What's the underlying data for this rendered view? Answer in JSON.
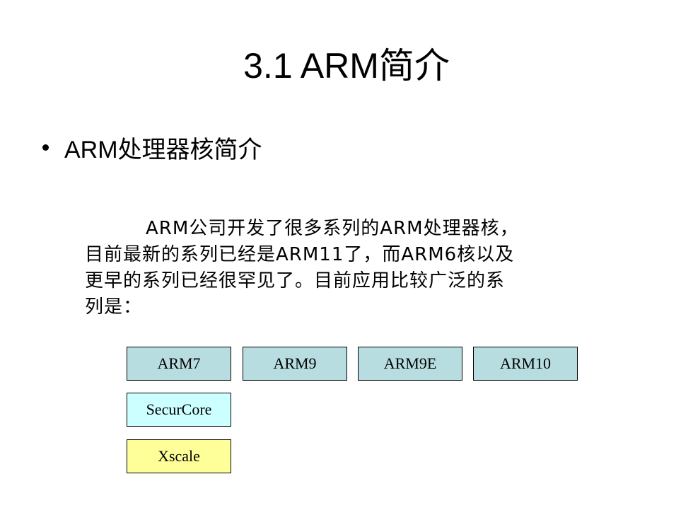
{
  "slide": {
    "title": "3.1  ARM简介",
    "bullet": "ARM处理器核简介",
    "paragraph_lines": [
      "ARM公司开发了很多系列的ARM处理器核，",
      "目前最新的系列已经是ARM11了，而ARM6核以及",
      "更早的系列已经很罕见了。目前应用比较广泛的系",
      "列是："
    ]
  },
  "cores": [
    {
      "label": "ARM7",
      "color": "#b7dde0"
    },
    {
      "label": "ARM9",
      "color": "#b7dde0"
    },
    {
      "label": "ARM9E",
      "color": "#b7dde0"
    },
    {
      "label": "ARM10",
      "color": "#b7dde0"
    },
    {
      "label": "SecurCore",
      "color": "#ccffff"
    },
    {
      "label": "Xscale",
      "color": "#ffff99"
    }
  ]
}
